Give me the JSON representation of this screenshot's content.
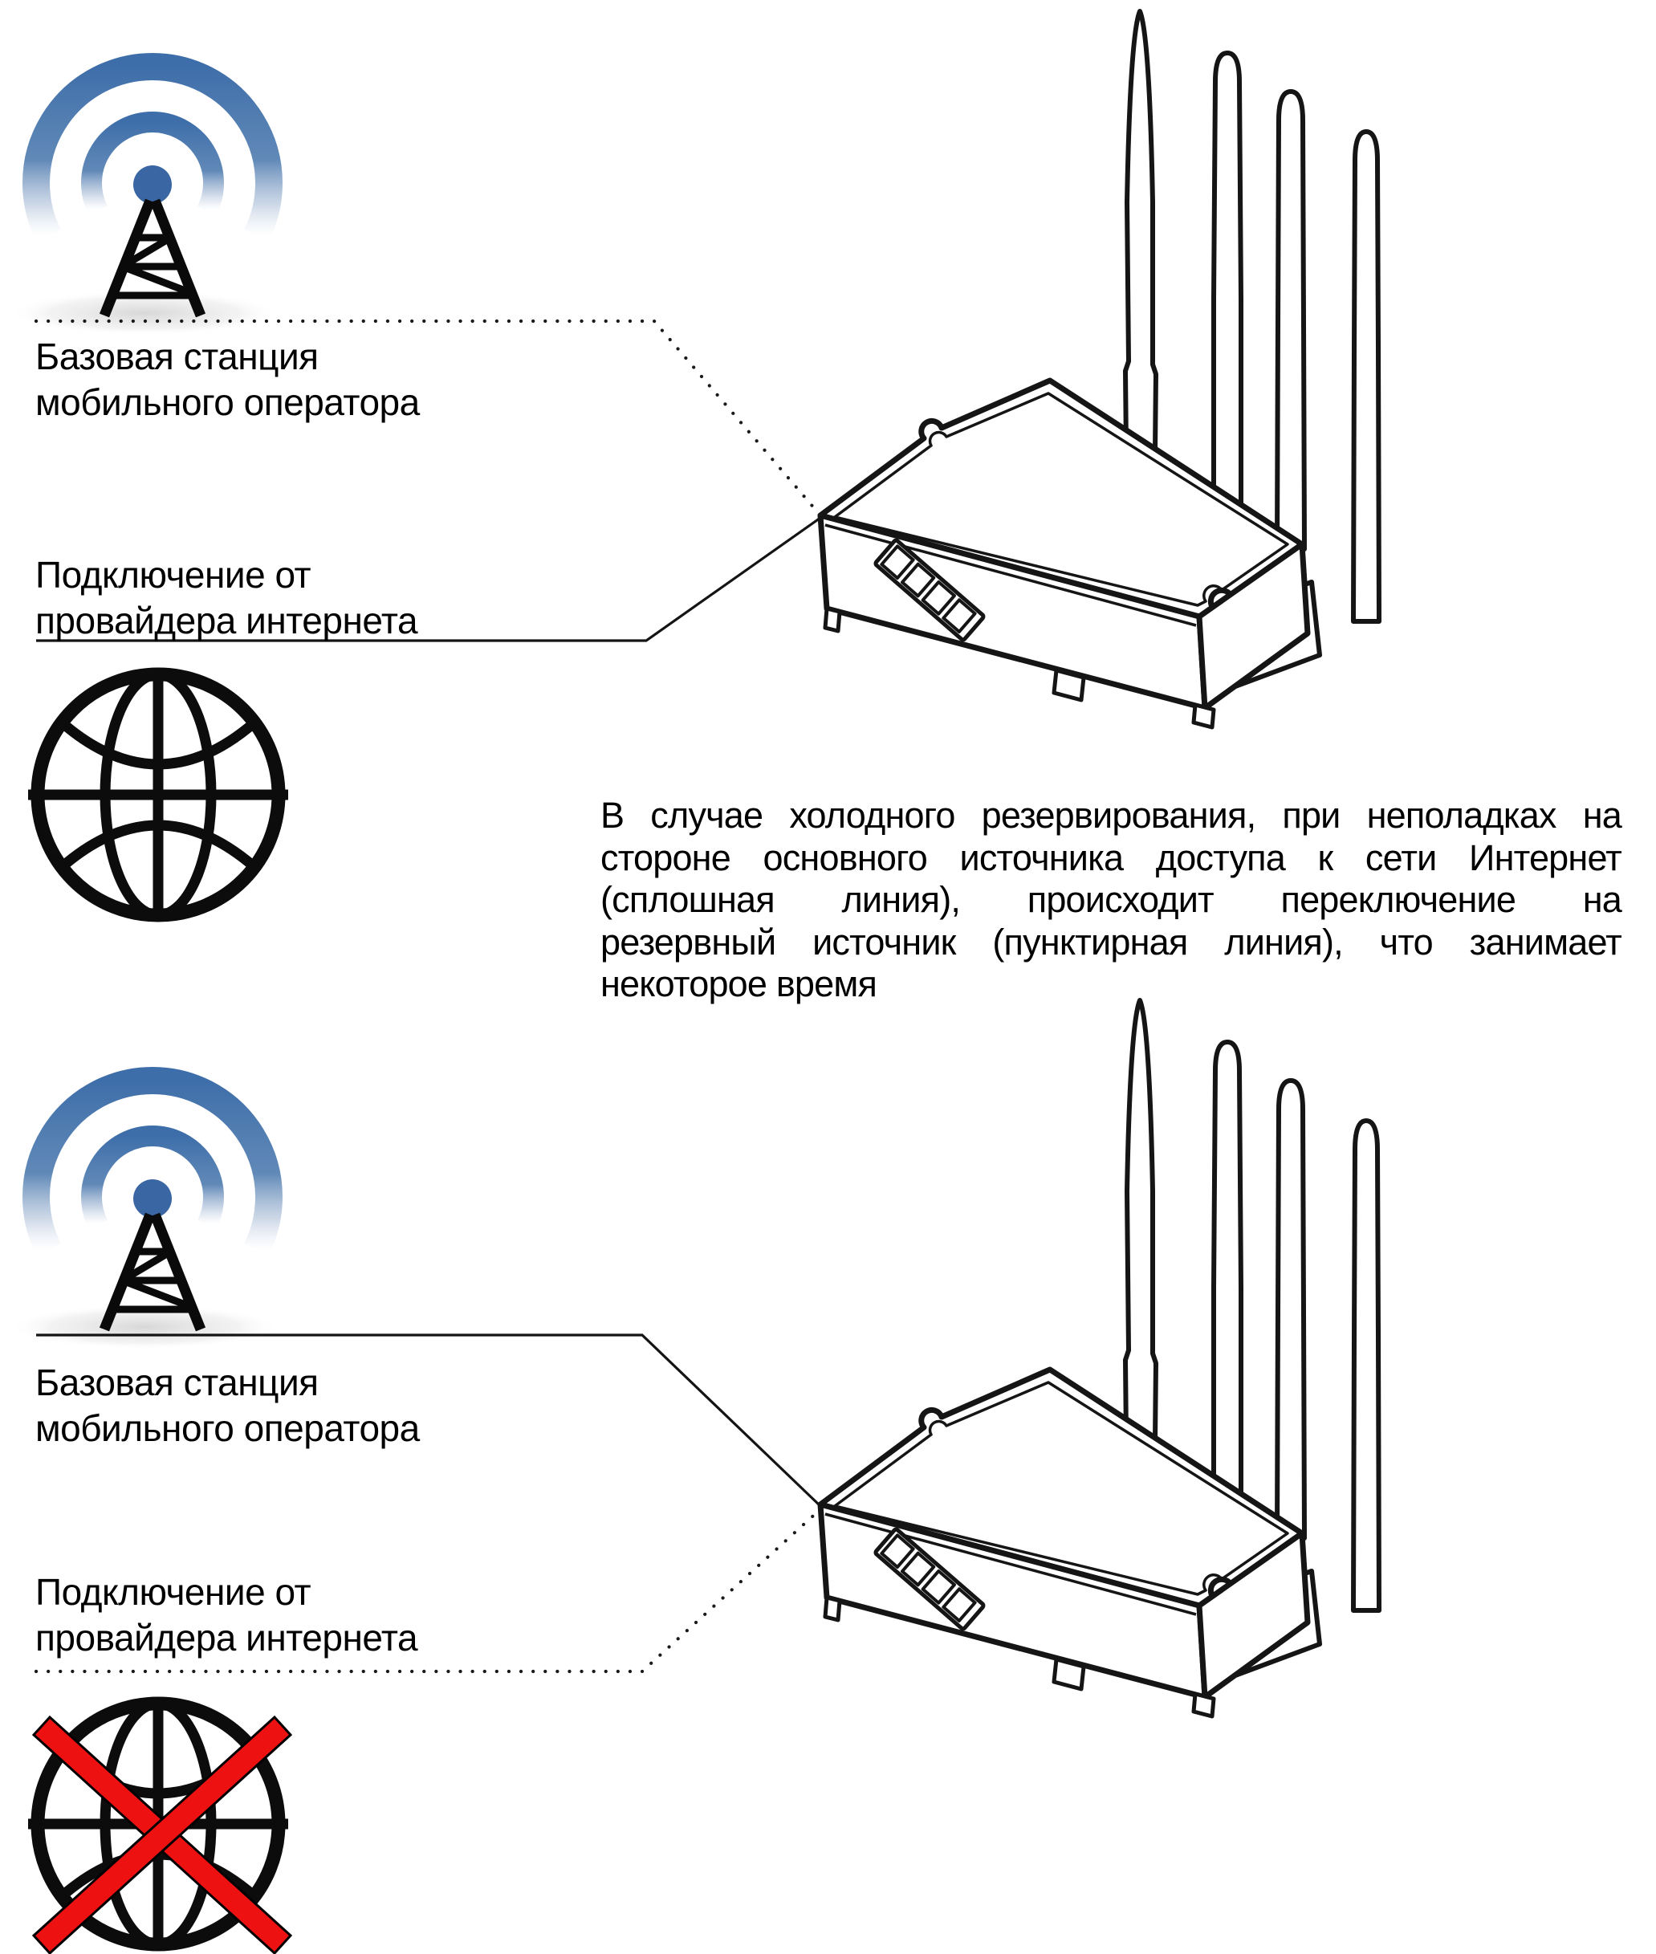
{
  "top_diagram": {
    "base_station_label": {
      "line1": "Базовая станция",
      "line2": "мобильного оператора"
    },
    "provider_label": {
      "line1": "Подключение от",
      "line2": "провайдера интернета"
    },
    "cellular_link_style": "dotted",
    "provider_link_style": "solid",
    "internet_available": true
  },
  "annotation": {
    "lines": [
      "В случае холодного резервирования, при неполадках на",
      "стороне основного источника доступа к сети Интернет",
      "(сплошная линия), происходит переключение на",
      "резервный источник (пунктирная линия), что занимает",
      "некоторое время"
    ]
  },
  "bottom_diagram": {
    "base_station_label": {
      "line1": "Базовая станция",
      "line2": "мобильного оператора"
    },
    "provider_label": {
      "line1": "Подключение от",
      "line2": "провайдера интернета"
    },
    "cellular_link_style": "solid",
    "provider_link_style": "dotted",
    "internet_available": false
  },
  "colors": {
    "signal_wave_blue": "#3e6ea9",
    "antenna_ball_blue": "#3a66a4",
    "line_black": "#141414",
    "cross_red": "#ee1111",
    "shadow_gray": "#c9c9c9"
  }
}
